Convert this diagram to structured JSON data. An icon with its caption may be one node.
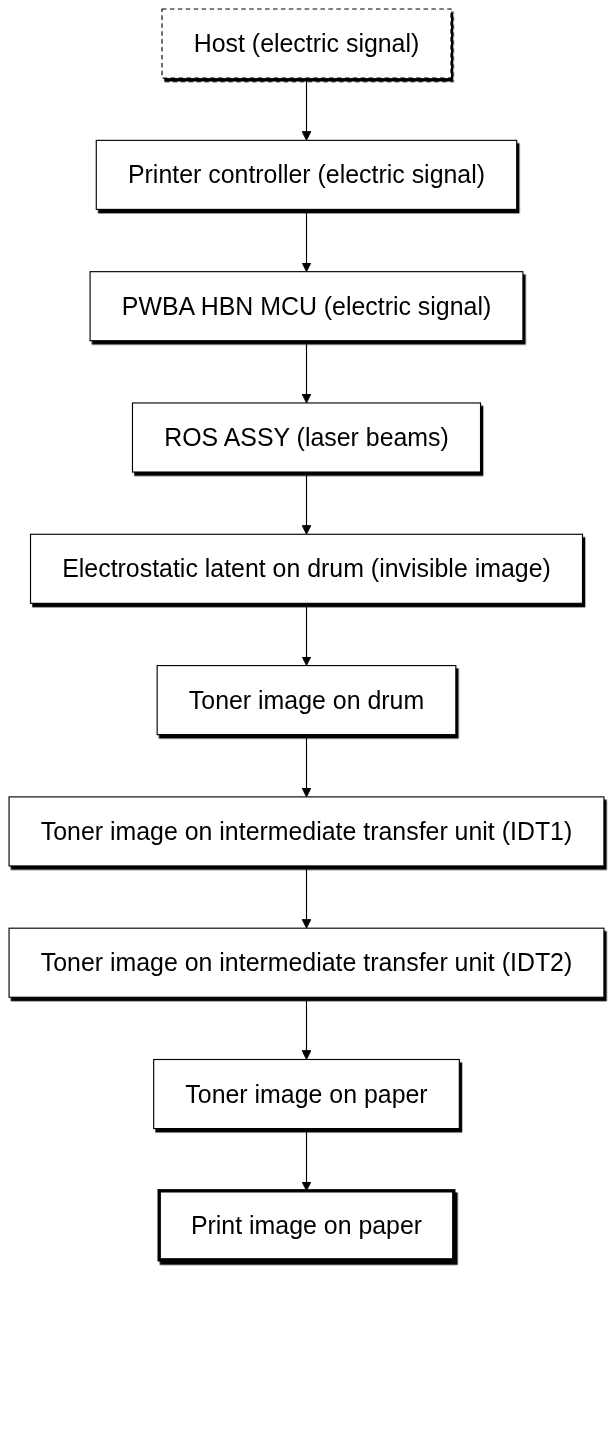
{
  "diagram": {
    "nodes": [
      {
        "text": [
          "Host (electric signal)"
        ]
      },
      {
        "text": [
          "Printer controller (electric signal)"
        ]
      },
      {
        "text": [
          "PWBA HBN MCU (electric signal)"
        ]
      },
      {
        "text": [
          "ROS ASSY (laser beams)"
        ]
      },
      {
        "text": [
          "Electrostatic latent on drum (invisible image)"
        ]
      },
      {
        "text": [
          "Toner image on drum"
        ]
      },
      {
        "text": [
          "Toner image on intermediate transfer unit (IDT1)"
        ]
      },
      {
        "text": [
          "Toner image on intermediate transfer unit (IDT2)"
        ]
      },
      {
        "text": [
          "Toner image on paper"
        ]
      },
      {
        "text": [
          "Print image on paper"
        ]
      }
    ],
    "edges": [
      {
        "from": 0,
        "to": 1,
        "arrow": "to"
      },
      {
        "from": 1,
        "to": 2,
        "arrow": "to"
      },
      {
        "from": 2,
        "to": 3,
        "arrow": "to"
      },
      {
        "from": 3,
        "to": 4,
        "arrow": "to"
      },
      {
        "from": 4,
        "to": 5,
        "arrow": "to"
      },
      {
        "from": 5,
        "to": 6,
        "arrow": "to"
      },
      {
        "from": 6,
        "to": 7,
        "arrow": "to"
      },
      {
        "from": 7,
        "to": 8,
        "arrow": "to"
      },
      {
        "from": 8,
        "to": 9,
        "arrow": "to"
      }
    ]
  }
}
